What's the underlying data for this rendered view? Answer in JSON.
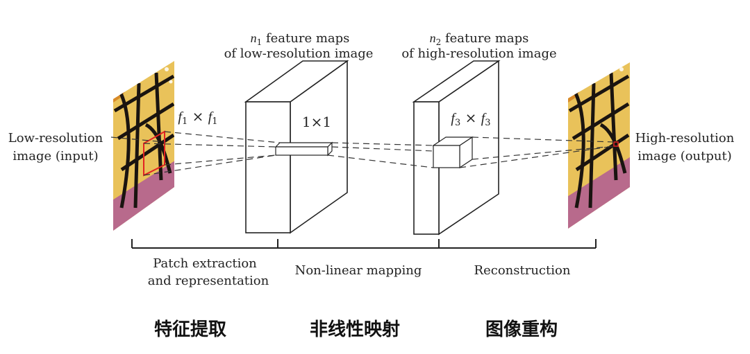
{
  "feature_maps_1": {
    "line1_var": "n",
    "line1_sub": "1",
    "line1_rest": " feature maps",
    "line2": "of low-resolution image"
  },
  "feature_maps_2": {
    "line1_var": "n",
    "line1_sub": "2",
    "line1_rest": " feature maps",
    "line2": "of high-resolution image"
  },
  "filter_1": {
    "a": "f",
    "a_sub": "1",
    "op": " × ",
    "b": "f",
    "b_sub": "1"
  },
  "filter_2": {
    "label": "1×1"
  },
  "filter_3": {
    "a": "f",
    "a_sub": "3",
    "op": " × ",
    "b": "f",
    "b_sub": "3"
  },
  "input_label": {
    "line1": "Low-resolution",
    "line2": "image (input)"
  },
  "output_label": {
    "line1": "High-resolution",
    "line2": "image (output)"
  },
  "stages": {
    "patch": {
      "line1": "Patch extraction",
      "line2": "and representation"
    },
    "mapping": {
      "label": "Non-linear mapping"
    },
    "reconstruction": {
      "label": "Reconstruction"
    }
  },
  "chinese": {
    "patch": "特征提取",
    "mapping": "非线性映射",
    "reconstruction": "图像重构"
  },
  "colors": {
    "red_box": "#e32222",
    "line": "#222222",
    "wing_yellow": "#e8c35a",
    "wing_orange": "#d88a28",
    "wing_black": "#1a1410",
    "wing_pink": "#b86a8c"
  }
}
